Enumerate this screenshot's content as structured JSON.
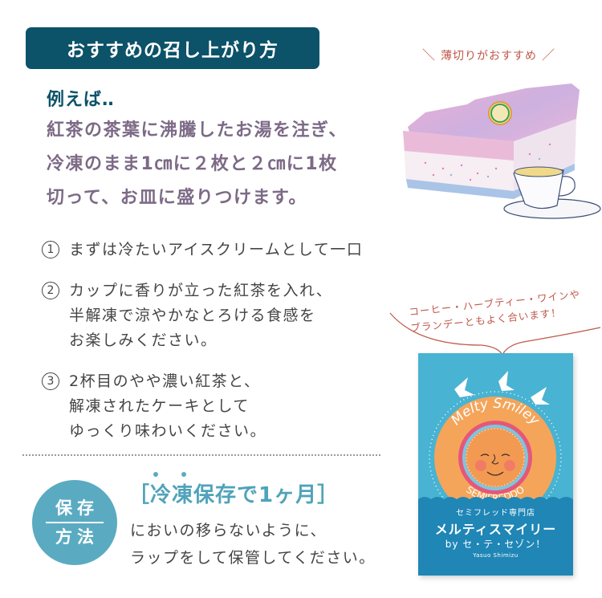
{
  "header": {
    "title": "おすすめの召し上がり方"
  },
  "example": {
    "heading": "例えば‥",
    "lines": [
      "紅茶の茶葉に沸騰したお湯を注ぎ、",
      "冷凍のまま1㎝に２枚と２㎝に1枚",
      "切って、お皿に盛りつけます。"
    ]
  },
  "steps": [
    {
      "number": "1",
      "lines": [
        "まずは冷たいアイスクリームとして一口"
      ]
    },
    {
      "number": "2",
      "lines": [
        "カップに香りが立った紅茶を入れ、",
        "半解凍で涼やかなとろける食感を",
        "お楽しみください。"
      ]
    },
    {
      "number": "3",
      "lines": [
        "2杯目のやや濃い紅茶と、",
        "解凍されたケーキとして",
        "ゆっくり味わいください。"
      ]
    }
  ],
  "storage": {
    "badge_top": "保存",
    "badge_bottom": "方法",
    "title": "［冷凍保存で1ヶ月］",
    "lines": [
      "においの移らないように、",
      "ラップをして保管してください。"
    ]
  },
  "side": {
    "thin_slice_tag": "薄切りがおすすめ",
    "slash_left": "＼",
    "slash_right": "／",
    "pairing_note": [
      "コーヒー・ハーブティー・ワインや",
      "ブランデーともよく合います！"
    ]
  },
  "book": {
    "title_en": "Melty Smiley",
    "subtitle_en": "SEMIFREDDO",
    "shop": "セミフレッド専門店",
    "name": "メルティスマイリー",
    "by": "by セ・テ・セゾン！",
    "author": "Yasuo Shimizu"
  },
  "colors": {
    "banner": "#0c5269",
    "example_text": "#7c6a86",
    "body_text": "#444444",
    "storage_accent": "#5aabc2",
    "handwriting": "#c0584a",
    "highlight": "#f4e58c",
    "book_sky": "#48b3d2",
    "book_sea": "#1f86b6",
    "book_sun": "#f4a55a"
  }
}
